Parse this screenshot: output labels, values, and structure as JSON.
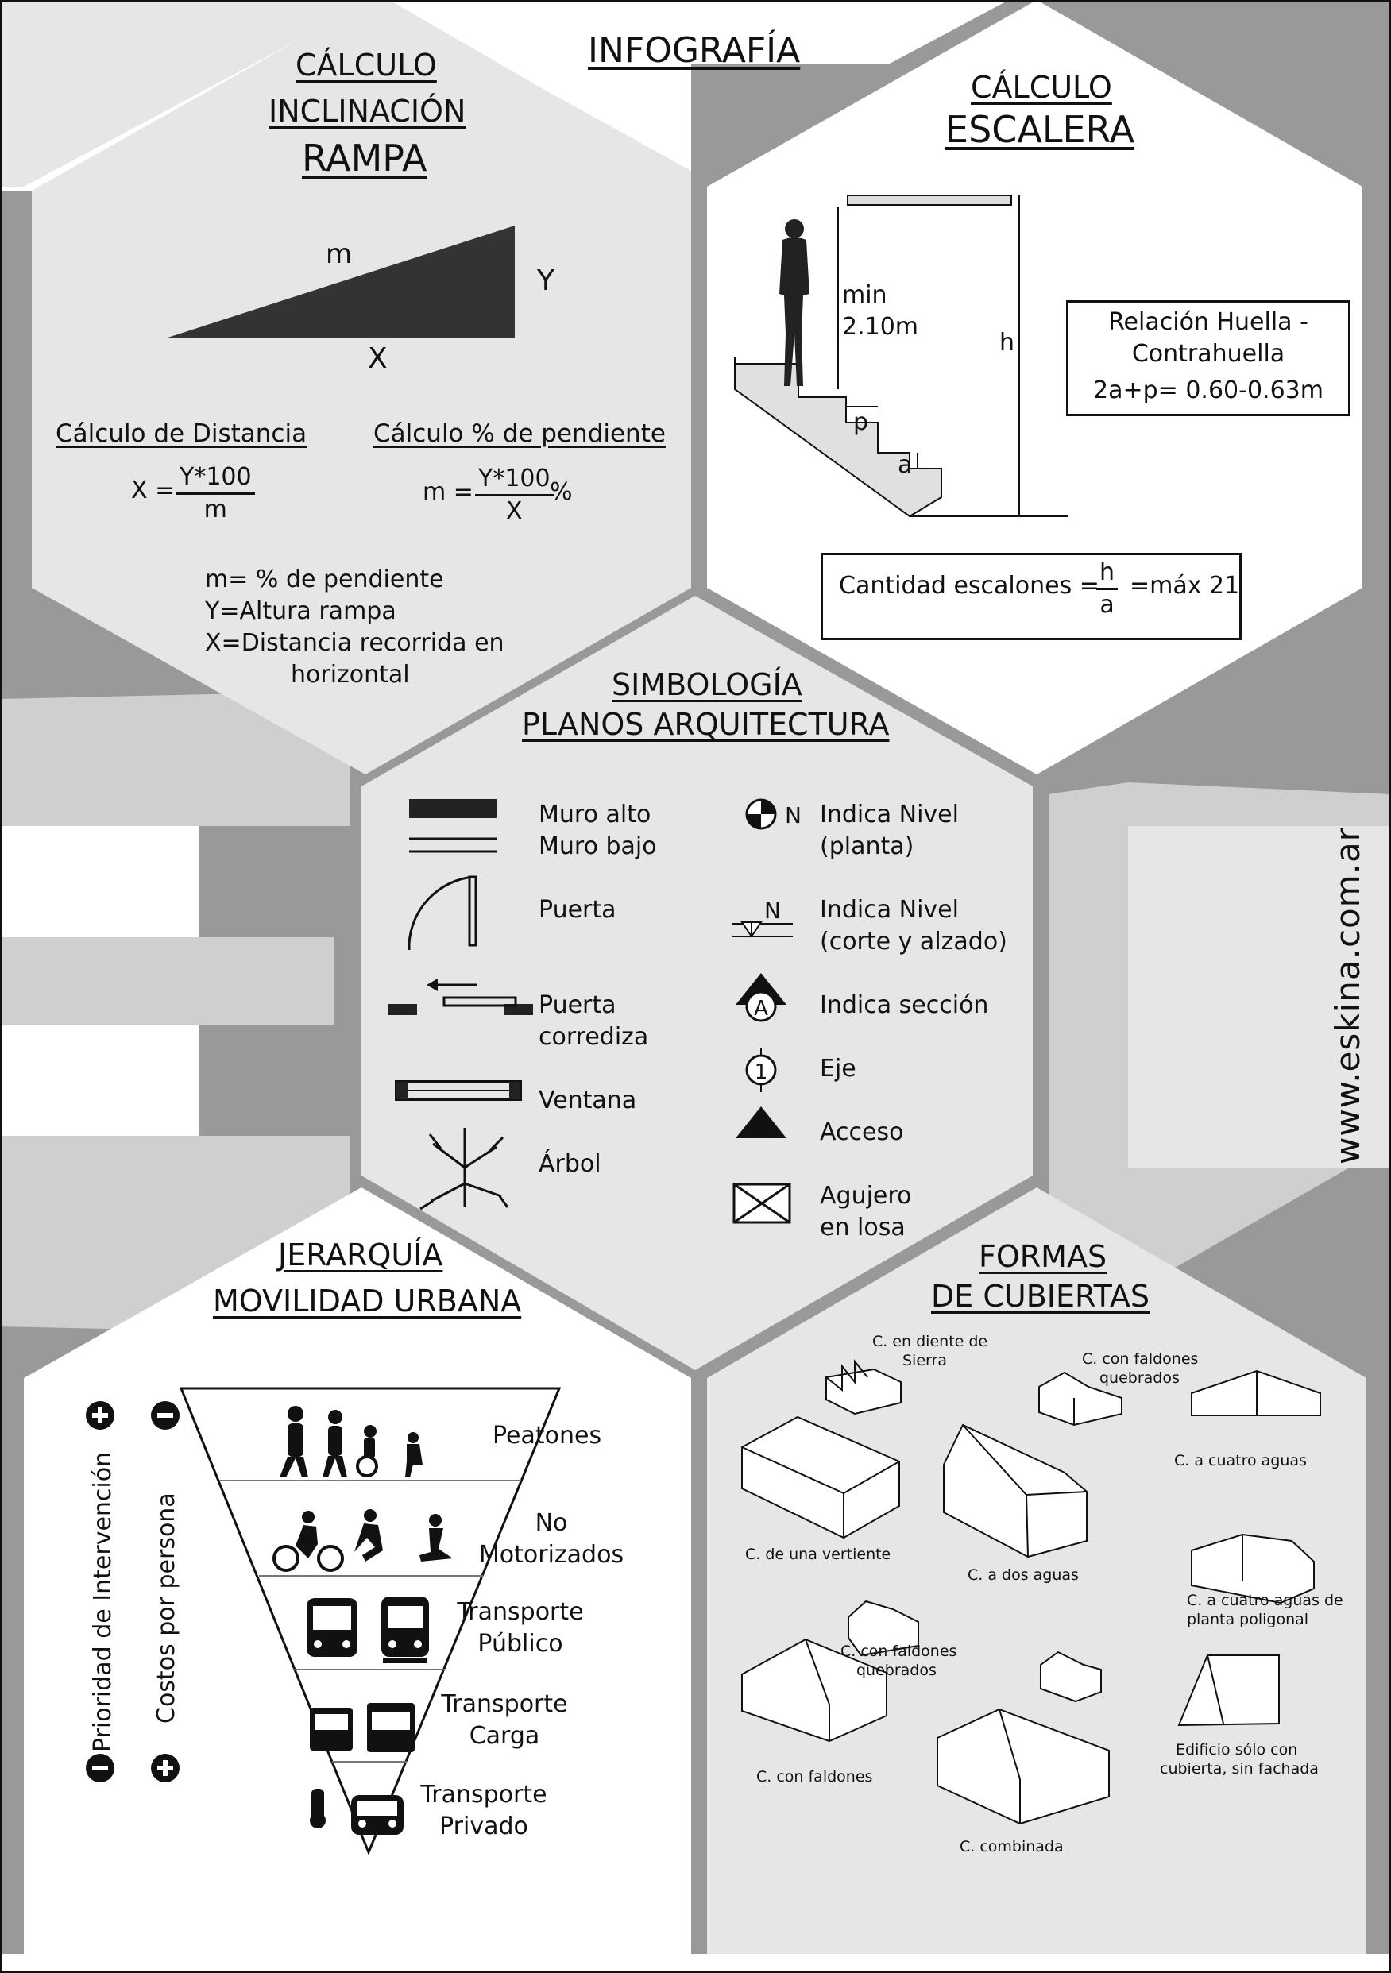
{
  "header": {
    "title": "INFOGRAFÍA"
  },
  "ramp": {
    "title_line1": "CÁLCULO",
    "title_line2": "INCLINACIÓN",
    "title_line3": "RAMPA",
    "label_m": "m",
    "label_y": "Y",
    "label_x": "X",
    "distance_heading": "Cálculo de Distancia",
    "distance_lhs": "X =",
    "distance_num": "Y*100",
    "distance_den": "m",
    "slope_heading": "Cálculo  % de pendiente",
    "slope_lhs": "m =",
    "slope_num": "Y*100",
    "slope_den": "X",
    "slope_suffix": "%",
    "legend_1": "m= % de pendiente",
    "legend_2": "Y=Altura rampa",
    "legend_3": "X=Distancia recorrida en",
    "legend_4": "horizontal"
  },
  "stairs": {
    "title_line1": "CÁLCULO",
    "title_line2": "ESCALERA",
    "min_label": "min",
    "min_value": "2.10m",
    "h_label": "h",
    "p_label": "p",
    "a_label": "a",
    "relation_line1": "Relación Huella -",
    "relation_line2": "Contrahuella",
    "relation_line3": "2a+p= 0.60-0.63m",
    "count_lhs": "Cantidad escalones =",
    "count_num": "h",
    "count_den": "a",
    "count_rhs": "=máx 21"
  },
  "symbols": {
    "title_line1": "SIMBOLOGÍA",
    "title_line2": "PLANOS ARQUITECTURA",
    "left": [
      {
        "icon": "wall-icon",
        "line1": "Muro alto",
        "line2": "Muro bajo"
      },
      {
        "icon": "door-icon",
        "line1": "Puerta",
        "line2": ""
      },
      {
        "icon": "sliding-door-icon",
        "line1": "Puerta",
        "line2": "corrediza"
      },
      {
        "icon": "window-icon",
        "line1": "Ventana",
        "line2": ""
      },
      {
        "icon": "tree-icon",
        "line1": "Árbol",
        "line2": ""
      }
    ],
    "right": [
      {
        "icon": "level-plan-icon",
        "line1": "Indica Nivel",
        "line2": "(planta)"
      },
      {
        "icon": "level-section-icon",
        "line1": "Indica Nivel",
        "line2": "(corte y alzado)"
      },
      {
        "icon": "section-icon",
        "line1": "Indica sección",
        "line2": ""
      },
      {
        "icon": "axis-icon",
        "line1": "Eje",
        "line2": ""
      },
      {
        "icon": "access-icon",
        "line1": "Acceso",
        "line2": ""
      },
      {
        "icon": "slab-hole-icon",
        "line1": "Agujero",
        "line2": "en losa"
      }
    ],
    "n_label": "N",
    "section_letter": "A",
    "axis_number": "1"
  },
  "mobility": {
    "title_line1": "JERARQUÍA",
    "title_line2": "MOVILIDAD URBANA",
    "axis_priority": "Prioridad de Intervención",
    "axis_cost": "Costos por persona",
    "levels": [
      {
        "line1": "Peatones",
        "line2": ""
      },
      {
        "line1": "No",
        "line2": "Motorizados"
      },
      {
        "line1": "Transporte",
        "line2": "Público"
      },
      {
        "line1": "Transporte",
        "line2": "Carga"
      },
      {
        "line1": "Transporte",
        "line2": "Privado"
      }
    ]
  },
  "roofs": {
    "title_line1": "FORMAS",
    "title_line2": "DE CUBIERTAS",
    "labels": {
      "sawtooth_1": "C. en diente de",
      "sawtooth_2": "Sierra",
      "broken_top_1": "C. con faldones",
      "broken_top_2": "quebrados",
      "four_pitch": "C. a cuatro aguas",
      "single_pitch": "C. de una vertiente",
      "two_pitch": "C. a dos aguas",
      "poly_1": "C. a cuatro aguas de",
      "poly_2": "planta poligonal",
      "broken_mid_1": "C. con faldones",
      "broken_mid_2": "quebrados",
      "hipped": "C. con faldones",
      "combined": "C. combinada",
      "roof_only_1": "Edificio sólo con",
      "roof_only_2": "cubierta, sin fachada"
    }
  },
  "website": "www.eskina.com.ar",
  "colors": {
    "frame": "#999999",
    "hex_light": "#e6e6e6",
    "hex_white": "#ffffff",
    "ink": "#111111"
  }
}
